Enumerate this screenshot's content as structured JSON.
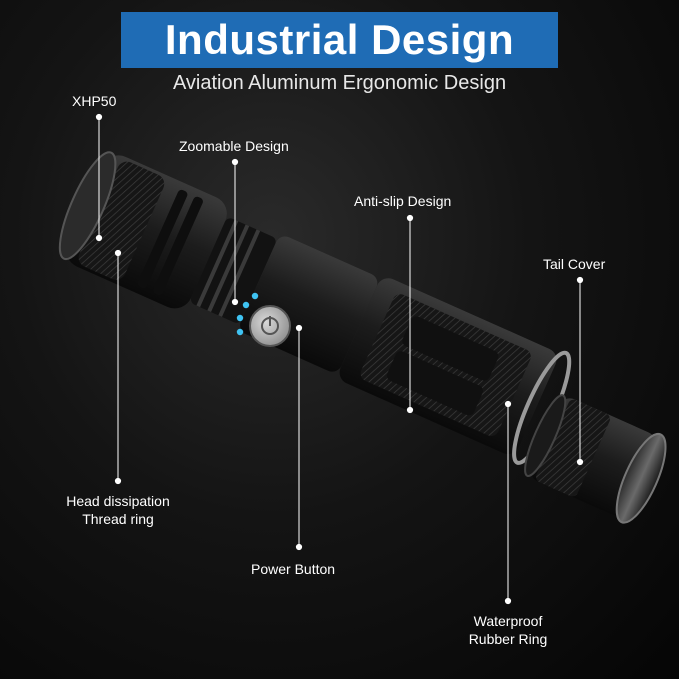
{
  "banner": {
    "title": "Industrial Design"
  },
  "subtitle": "Aviation Aluminum Ergonomic Design",
  "callouts": {
    "xhp50": "XHP50",
    "zoomable": "Zoomable Design",
    "anti_slip": "Anti-slip Design",
    "tail_cover": "Tail Cover",
    "head_line1": "Head dissipation",
    "head_line2": "Thread ring",
    "power": "Power Button",
    "waterproof_line1": "Waterproof",
    "waterproof_line2": "Rubber Ring"
  },
  "colors": {
    "banner": "#1f6cb5",
    "indicator": "#3fc3f2",
    "body": "#1a1a1a"
  }
}
